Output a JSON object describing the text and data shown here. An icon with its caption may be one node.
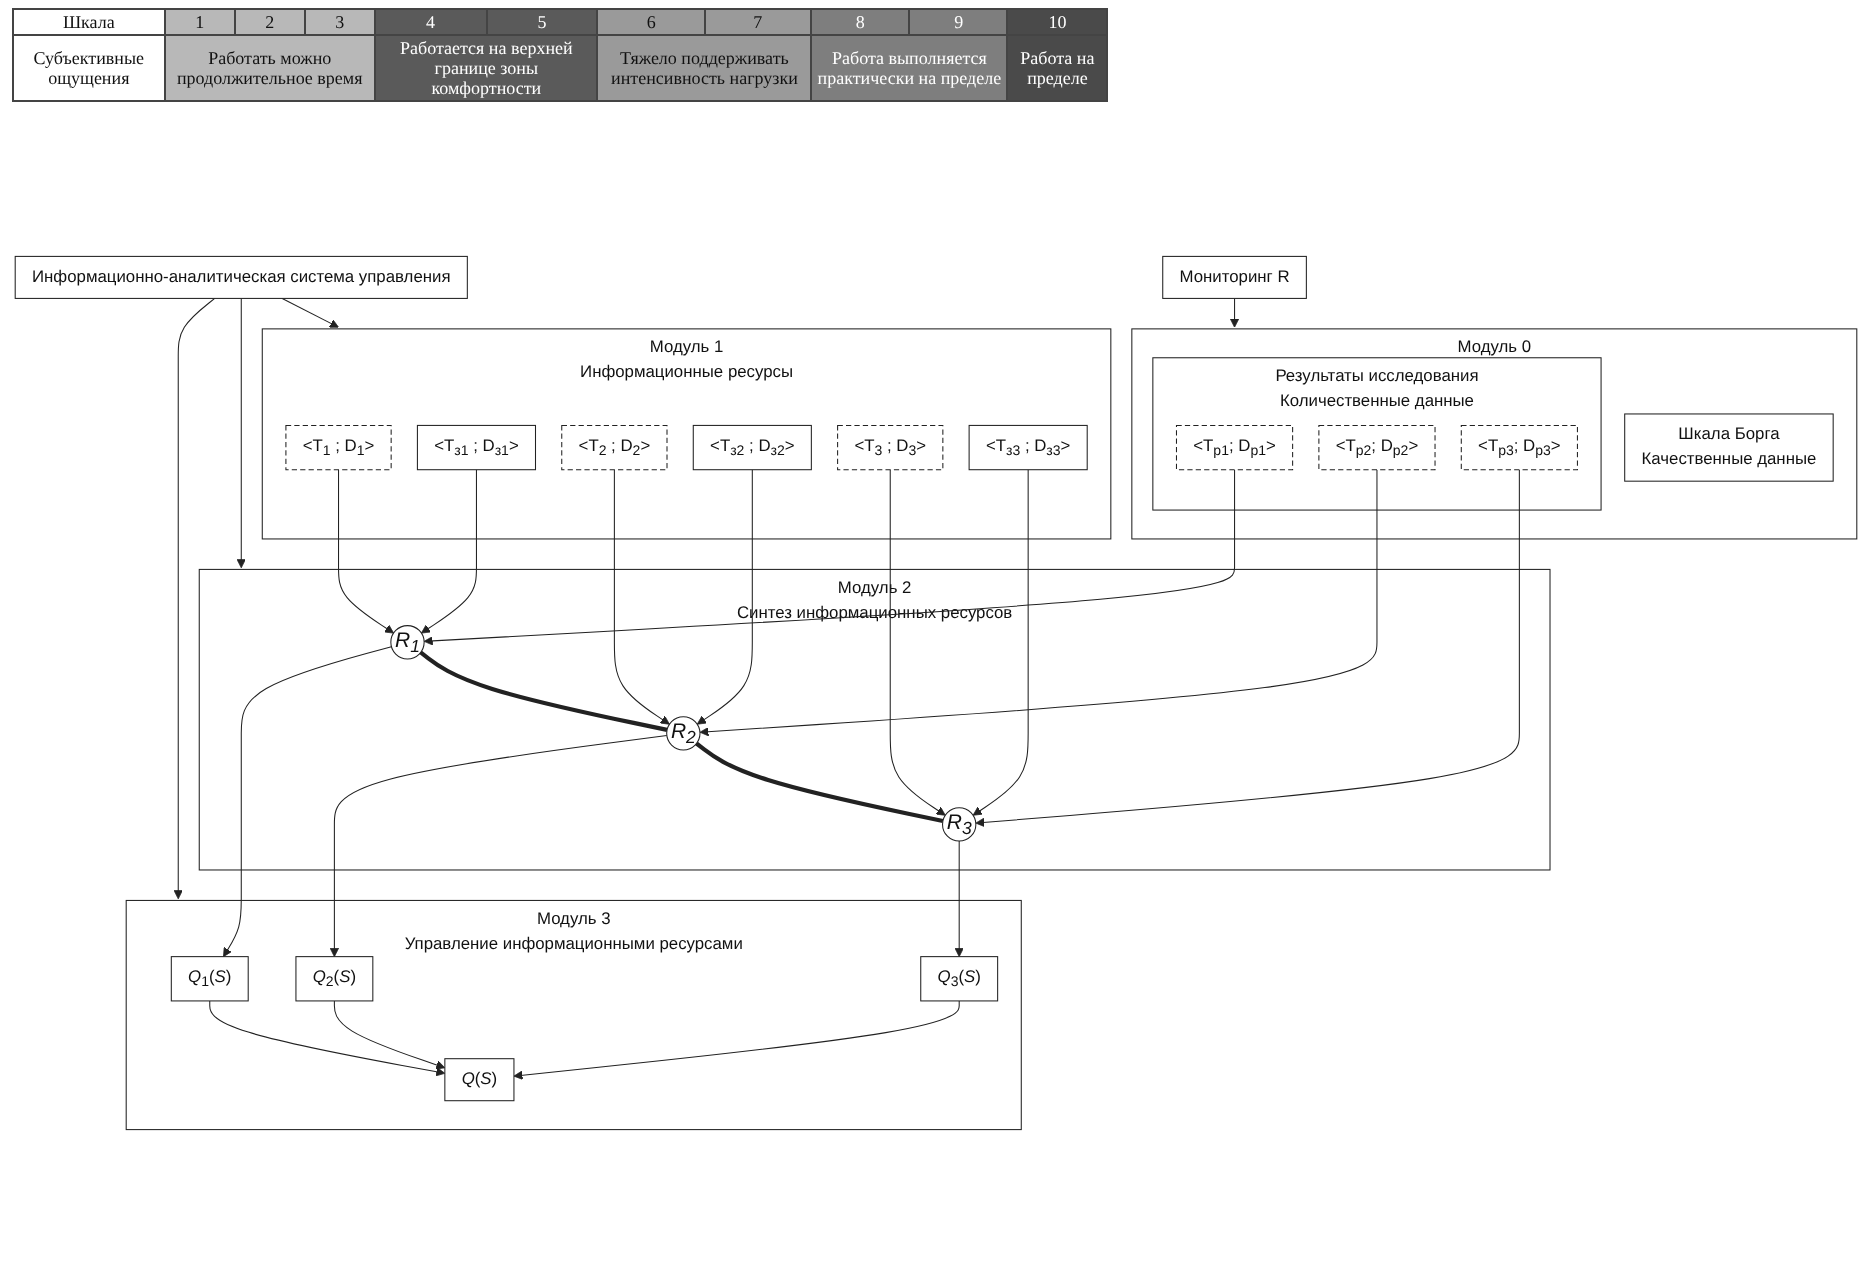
{
  "diagram": {
    "nodes": [
      {
        "text": [
          "Модуль 0"
        ]
      },
      {
        "text": [
          "Шкала Борга",
          "Качественные данные"
        ],
        "in": 0
      },
      {
        "text": [
          "Результаты исследования",
          "Количественные данные"
        ],
        "in": 0
      },
      {
        "text": [
          "<T$_{p1}$; D$_{p1}$>"
        ],
        "in": 2
      },
      {
        "text": [
          "<T$_{p2}$; D$_{p2}$>"
        ],
        "in": 2
      },
      {
        "text": [
          "<T$_{p3}$; D$_{p3}$>"
        ],
        "in": 2
      },
      {
        "text": [
          "Модуль 1",
          "Информационные ресурсы"
        ]
      },
      {
        "text": [
          "<T$_{1}$ ; D$_{1}$>"
        ],
        "in": 6
      },
      {
        "text": [
          "<T$_{з1}$ ; D$_{з1}$>"
        ],
        "in": 6
      },
      {
        "text": [
          "<T$_{2}$ ; D$_{2}$>"
        ],
        "in": 6
      },
      {
        "text": [
          "<T$_{з2}$ ; D$_{з2}$>"
        ],
        "in": 6
      },
      {
        "text": [
          "<T$_{3}$ ; D$_{3}$>"
        ],
        "in": 6
      },
      {
        "text": [
          "<T$_{з3}$ ; D$_{з3}$>"
        ],
        "in": 6
      },
      {
        "text": [
          "Модуль 2",
          "Синтез информационных ресурсов"
        ]
      },
      {
        "text": [
          "R$_{1}$"
        ],
        "in": 13
      },
      {
        "text": [
          "R$_{2}$"
        ],
        "in": 13
      },
      {
        "text": [
          "R$_{3}$"
        ],
        "in": 13
      },
      {
        "text": [
          "Модуль 3",
          "Управление информационными ресурсами"
        ]
      },
      {
        "text": [
          "*Q*$_{1}$(*S*)"
        ],
        "in": 17
      },
      {
        "text": [
          "*Q*$_{2}$(*S*)"
        ],
        "in": 17
      },
      {
        "text": [
          "*Q*$_{3}$(*S*)"
        ],
        "in": 17
      },
      {
        "text": [
          "*Q*(*S*)"
        ],
        "in": 17
      },
      {
        "text": [
          "Мониторинг R"
        ]
      },
      {
        "text": [
          "Информационно-аналитическая система управления"
        ]
      }
    ],
    "edges": [
      {
        "from": 22,
        "to": 0,
        "arrow": "to"
      },
      {
        "from": 23,
        "to": 6,
        "arrow": "to"
      },
      {
        "from": 23,
        "to": 13,
        "arrow": "to"
      },
      {
        "from": 23,
        "to": 17,
        "arrow": "to"
      },
      {
        "from": 3,
        "to": 14,
        "arrow": "to"
      },
      {
        "from": 7,
        "to": 14,
        "arrow": "to"
      },
      {
        "from": 8,
        "to": 14,
        "arrow": "to"
      },
      {
        "from": 4,
        "to": 15,
        "arrow": "to"
      },
      {
        "from": 9,
        "to": 15,
        "arrow": "to"
      },
      {
        "from": 10,
        "to": 15,
        "arrow": "to"
      },
      {
        "from": 5,
        "to": 16,
        "arrow": "to"
      },
      {
        "from": 11,
        "to": 16,
        "arrow": "to"
      },
      {
        "from": 12,
        "to": 16,
        "arrow": "to"
      },
      {
        "from": 14,
        "to": 15,
        "arrow": "none",
        "style": "thick"
      },
      {
        "from": 15,
        "to": 16,
        "arrow": "none",
        "style": "thick"
      },
      {
        "from": 14,
        "to": 18,
        "arrow": "to"
      },
      {
        "from": 15,
        "to": 19,
        "arrow": "to"
      },
      {
        "from": 16,
        "to": 20,
        "arrow": "to"
      },
      {
        "from": 18,
        "to": 21,
        "arrow": "to"
      },
      {
        "from": 19,
        "to": 21,
        "arrow": "to"
      },
      {
        "from": 20,
        "to": 21,
        "arrow": "to"
      }
    ],
    "labels": [
      "Шкала",
      "1",
      "2",
      "3",
      "4",
      "5",
      "6",
      "7",
      "8",
      "9",
      "10",
      "Субъективные ощущения",
      "Работать можно продолжительное время",
      "Работается на верхней границе зоны комфортности",
      "Тяжело поддерживать интенсивность нагрузки",
      "Работа выполняется практически на пределе",
      "Работа на пределе"
    ]
  }
}
